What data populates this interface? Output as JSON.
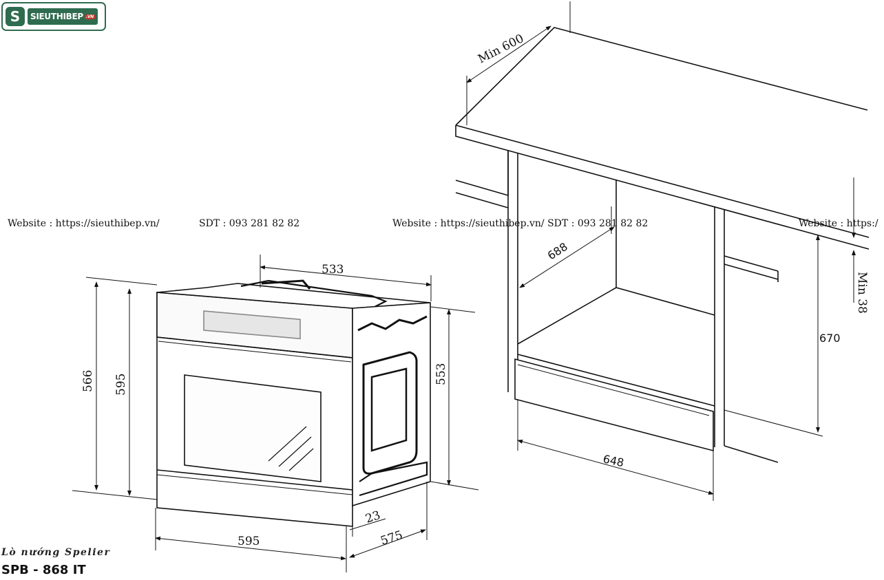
{
  "brand": {
    "logo_letter": "S",
    "logo_text": "SIEUTHIBEP",
    "logo_suffix": ".VN",
    "colors": {
      "primary": "#2f6b4f",
      "accent": "#c0392b"
    }
  },
  "watermarks": [
    "Website : https://sieuthibep.vn/",
    "SDT : 093 281 82 82",
    "Website : https://sieuthibep.vn/ SDT : 093 281 82 82",
    "Website : https:/"
  ],
  "oven_dimensions": {
    "top_depth": "533",
    "total_height": "566",
    "front_height": "595",
    "side_height": "553",
    "front_width": "595",
    "base_depth": "575",
    "door_offset": "23"
  },
  "cabinet_dimensions": {
    "min_depth": "Min 600",
    "inner_depth": "688",
    "height": "670",
    "width": "648",
    "min_gap": "Min 38"
  },
  "product": {
    "category": "Lò nướng Spelier",
    "model": "SPB - 868 IT"
  }
}
